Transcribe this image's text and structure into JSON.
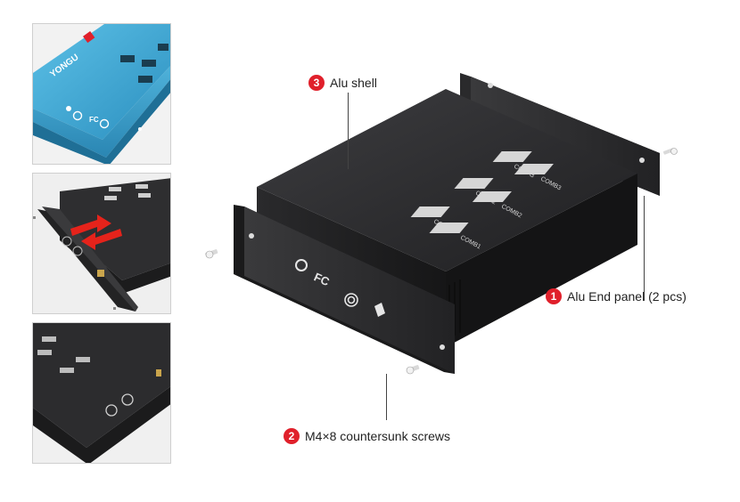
{
  "callouts": {
    "shell": {
      "number": "3",
      "label": "Alu shell"
    },
    "panel": {
      "number": "1",
      "label": "Alu End panel (2 pcs)"
    },
    "screws": {
      "number": "2",
      "label": "M4×8 countersunk screws"
    }
  },
  "thumbnails": {
    "blue": {
      "brand": "YONGU"
    }
  },
  "ports": [
    "COMA1",
    "COMA2",
    "COMA3",
    "COMB1",
    "COMB2",
    "COMB3"
  ],
  "colors": {
    "badge": "#e0202b",
    "shell": "#2b2b2d",
    "blue_case": "#3aa0c8"
  },
  "icons": [
    "recycle-icon",
    "fc-mark-icon",
    "ccc-mark-icon",
    "rohs-mark-icon"
  ]
}
